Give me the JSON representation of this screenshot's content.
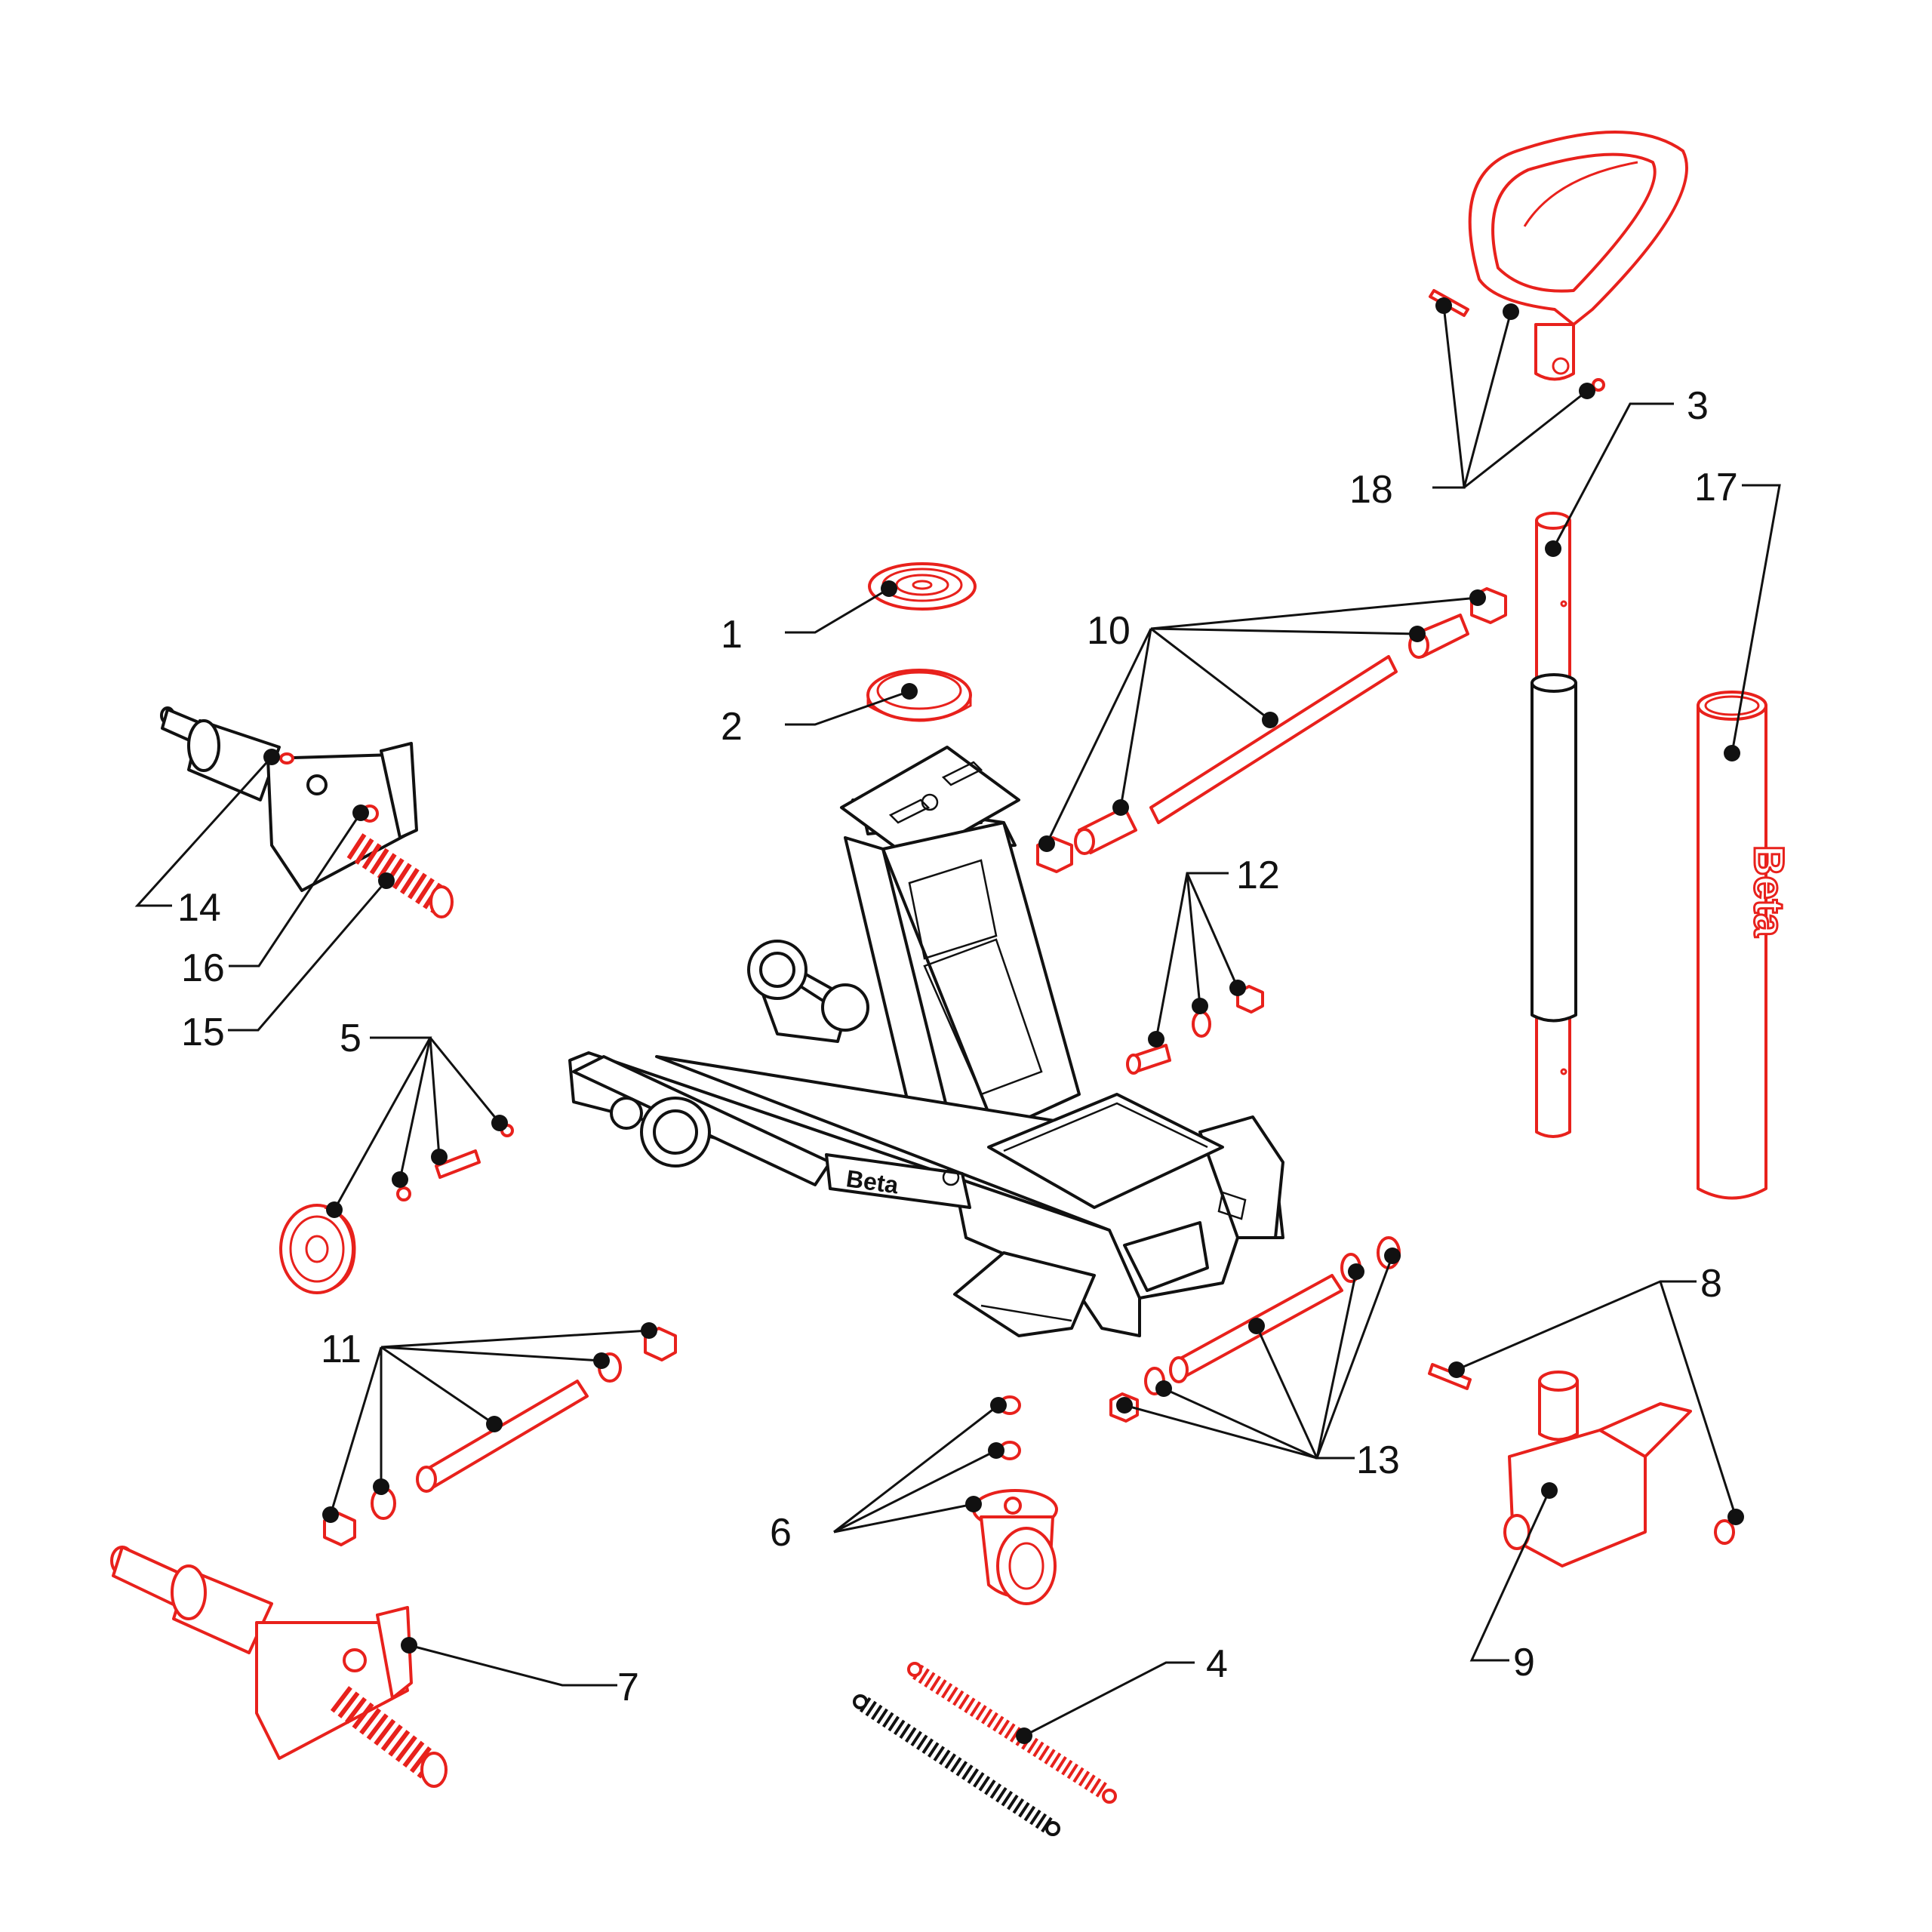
{
  "brand": {
    "frame_logo": "Beta",
    "handle_logo": "Beta",
    "part_color": "#e8211c",
    "line_color": "#111111"
  },
  "callouts": [
    {
      "id": "1",
      "label": "1"
    },
    {
      "id": "2",
      "label": "2"
    },
    {
      "id": "3",
      "label": "3"
    },
    {
      "id": "4",
      "label": "4"
    },
    {
      "id": "5",
      "label": "5"
    },
    {
      "id": "6",
      "label": "6"
    },
    {
      "id": "7",
      "label": "7"
    },
    {
      "id": "8",
      "label": "8"
    },
    {
      "id": "9",
      "label": "9"
    },
    {
      "id": "10",
      "label": "10"
    },
    {
      "id": "11",
      "label": "11"
    },
    {
      "id": "12",
      "label": "12"
    },
    {
      "id": "13",
      "label": "13"
    },
    {
      "id": "14",
      "label": "14"
    },
    {
      "id": "15",
      "label": "15"
    },
    {
      "id": "16",
      "label": "16"
    },
    {
      "id": "17",
      "label": "17"
    },
    {
      "id": "18",
      "label": "18"
    }
  ]
}
